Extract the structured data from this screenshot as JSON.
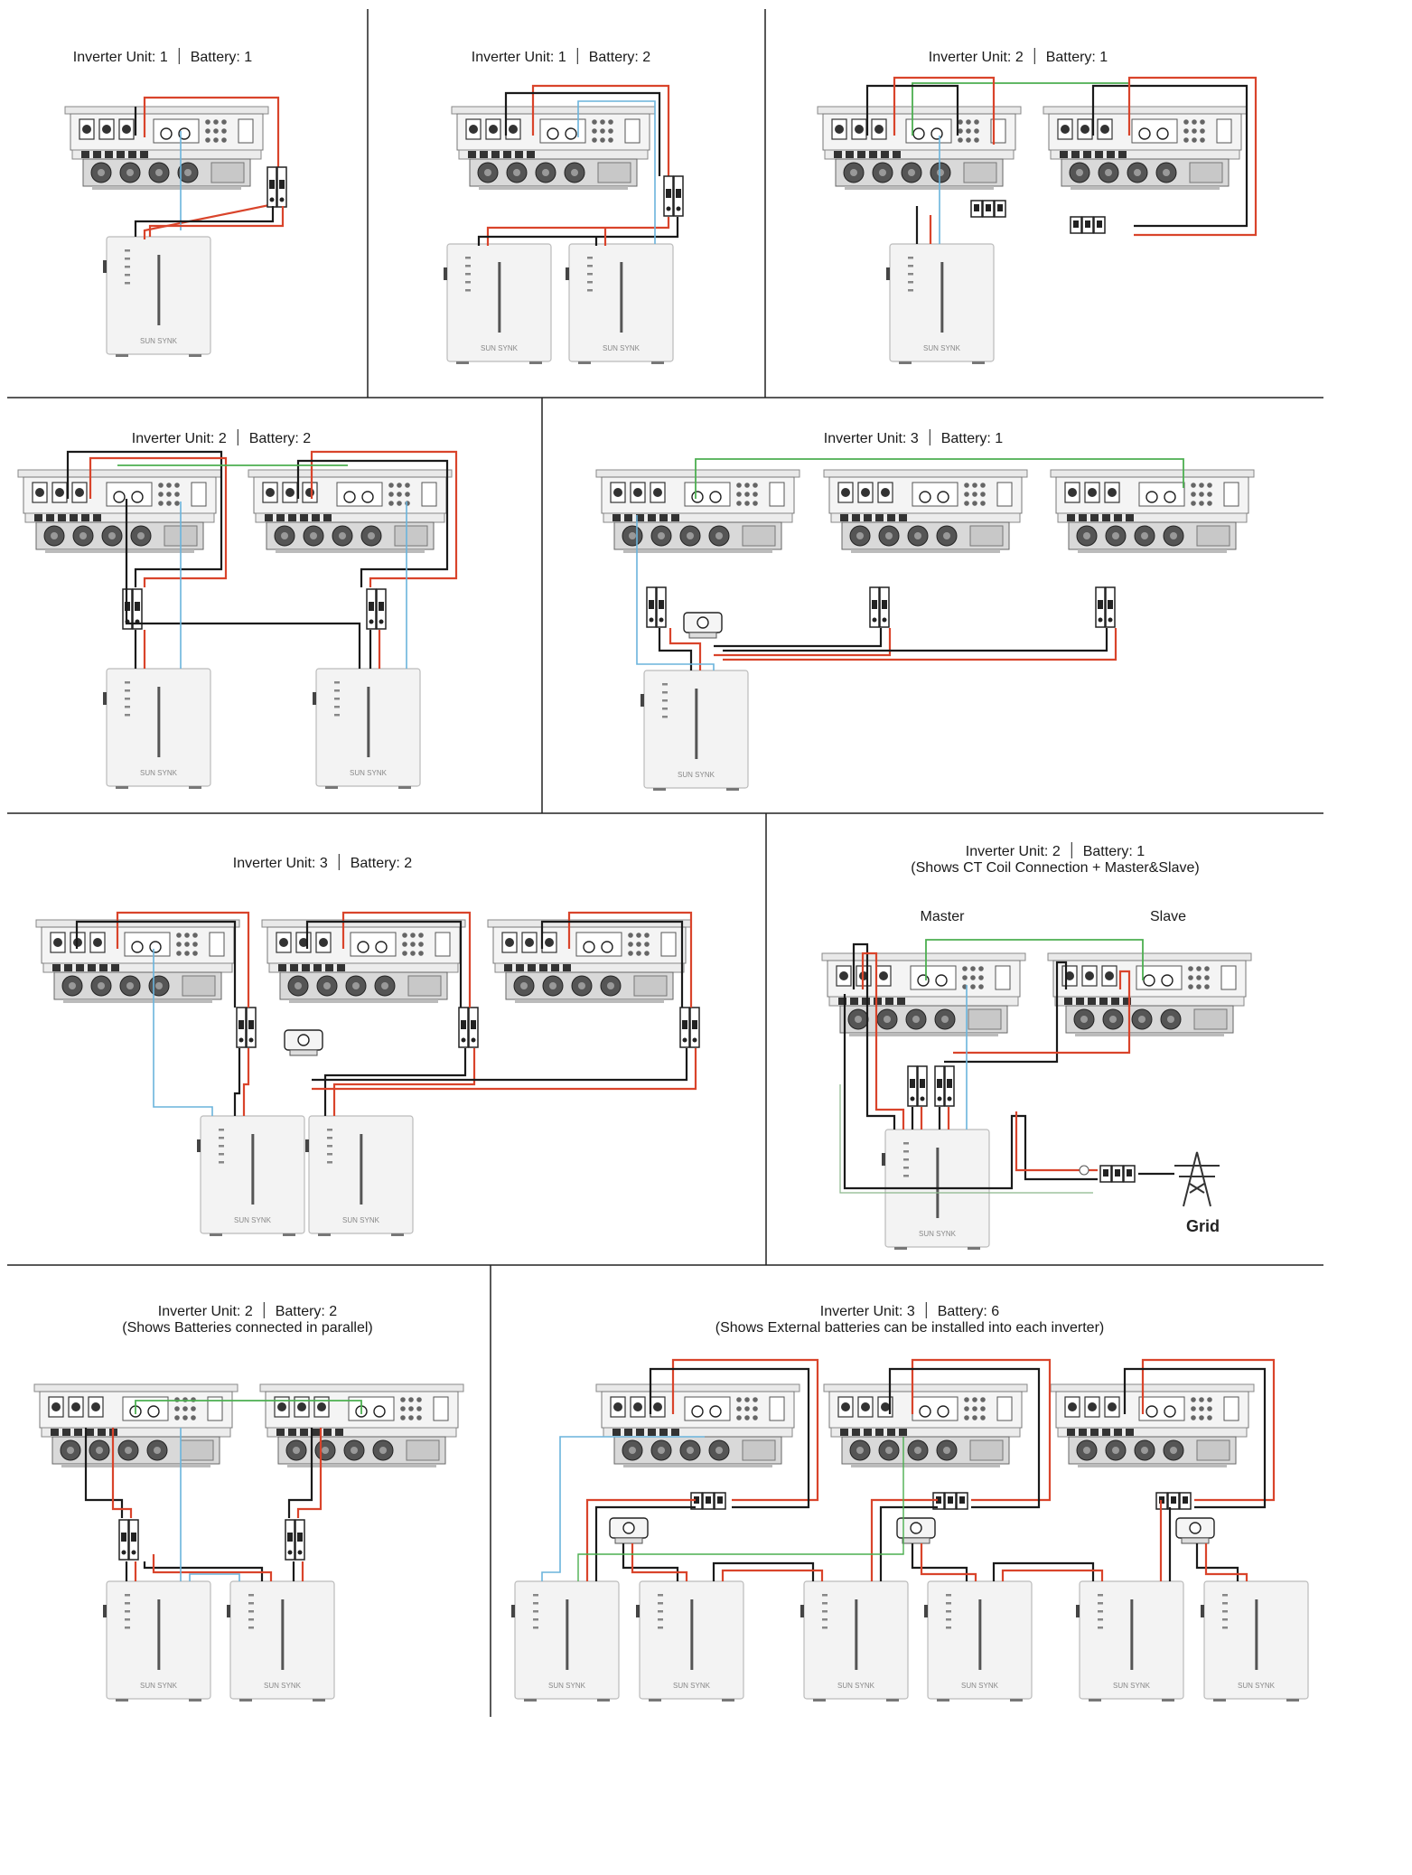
{
  "panels": [
    {
      "inverter_label": "Inverter Unit: 1",
      "battery_label": "Battery: 1"
    },
    {
      "inverter_label": "Inverter Unit: 1",
      "battery_label": "Battery: 2"
    },
    {
      "inverter_label": "Inverter Unit: 2",
      "battery_label": "Battery: 1"
    },
    {
      "inverter_label": "Inverter Unit: 2",
      "battery_label": "Battery: 2"
    },
    {
      "inverter_label": "Inverter Unit: 3",
      "battery_label": "Battery: 1"
    },
    {
      "inverter_label": "Inverter Unit: 3",
      "battery_label": "Battery: 2"
    },
    {
      "inverter_label": "Inverter Unit: 2",
      "battery_label": "Battery: 1",
      "note": "(Shows CT Coil Connection + Master&Slave)",
      "master_label": "Master",
      "slave_label": "Slave",
      "grid_label": "Grid"
    },
    {
      "inverter_label": "Inverter Unit: 2",
      "battery_label": "Battery: 2",
      "note": "(Shows Batteries connected in parallel)"
    },
    {
      "inverter_label": "Inverter Unit: 3",
      "battery_label": "Battery: 6",
      "note": "(Shows External batteries can be installed into each inverter)"
    }
  ],
  "battery_brand": "SUN SYNK",
  "wire_colors": {
    "positive": "#d9442b",
    "negative": "#1a1a1a",
    "comms": "#6ab4dc",
    "parallel": "#4caf50"
  }
}
